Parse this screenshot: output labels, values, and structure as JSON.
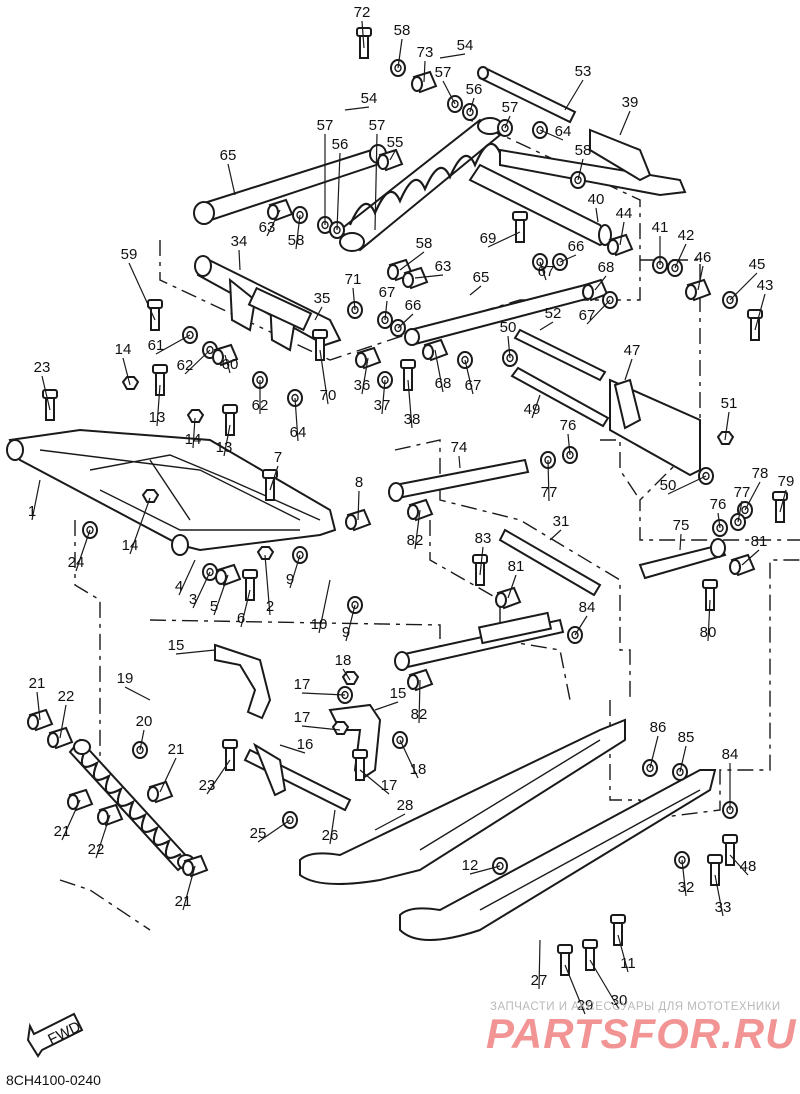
{
  "diagram": {
    "code": "8CH4100-0240",
    "fwd_label": "FWD"
  },
  "watermark": {
    "caption": "ЗАПЧАСТИ И АКСЕССУАРЫ ДЛЯ МОТОТЕХНИКИ",
    "brand": "PARTSFOR.RU",
    "brand_color": "#e83c3c"
  },
  "colors": {
    "line": "#1a1a1a",
    "background": "#ffffff"
  },
  "callouts": [
    {
      "n": "72"
    },
    {
      "n": "58"
    },
    {
      "n": "54"
    },
    {
      "n": "73"
    },
    {
      "n": "57"
    },
    {
      "n": "56"
    },
    {
      "n": "57"
    },
    {
      "n": "53"
    },
    {
      "n": "54"
    },
    {
      "n": "39"
    },
    {
      "n": "57"
    },
    {
      "n": "57"
    },
    {
      "n": "56"
    },
    {
      "n": "55"
    },
    {
      "n": "64"
    },
    {
      "n": "58"
    },
    {
      "n": "65"
    },
    {
      "n": "63"
    },
    {
      "n": "58"
    },
    {
      "n": "40"
    },
    {
      "n": "44"
    },
    {
      "n": "69"
    },
    {
      "n": "66"
    },
    {
      "n": "41"
    },
    {
      "n": "42"
    },
    {
      "n": "34"
    },
    {
      "n": "58"
    },
    {
      "n": "63"
    },
    {
      "n": "65"
    },
    {
      "n": "67"
    },
    {
      "n": "68"
    },
    {
      "n": "46"
    },
    {
      "n": "45"
    },
    {
      "n": "59"
    },
    {
      "n": "71"
    },
    {
      "n": "67"
    },
    {
      "n": "35"
    },
    {
      "n": "66"
    },
    {
      "n": "43"
    },
    {
      "n": "67"
    },
    {
      "n": "52"
    },
    {
      "n": "50"
    },
    {
      "n": "61"
    },
    {
      "n": "62"
    },
    {
      "n": "14"
    },
    {
      "n": "60"
    },
    {
      "n": "36"
    },
    {
      "n": "37"
    },
    {
      "n": "68"
    },
    {
      "n": "67"
    },
    {
      "n": "47"
    },
    {
      "n": "23"
    },
    {
      "n": "62"
    },
    {
      "n": "70"
    },
    {
      "n": "38"
    },
    {
      "n": "13"
    },
    {
      "n": "49"
    },
    {
      "n": "51"
    },
    {
      "n": "64"
    },
    {
      "n": "14"
    },
    {
      "n": "76"
    },
    {
      "n": "13"
    },
    {
      "n": "74"
    },
    {
      "n": "7"
    },
    {
      "n": "1"
    },
    {
      "n": "78"
    },
    {
      "n": "77"
    },
    {
      "n": "50"
    },
    {
      "n": "79"
    },
    {
      "n": "8"
    },
    {
      "n": "76"
    },
    {
      "n": "77"
    },
    {
      "n": "14"
    },
    {
      "n": "31"
    },
    {
      "n": "75"
    },
    {
      "n": "82"
    },
    {
      "n": "24"
    },
    {
      "n": "83"
    },
    {
      "n": "81"
    },
    {
      "n": "2"
    },
    {
      "n": "4"
    },
    {
      "n": "9"
    },
    {
      "n": "81"
    },
    {
      "n": "3"
    },
    {
      "n": "5"
    },
    {
      "n": "6"
    },
    {
      "n": "10"
    },
    {
      "n": "9"
    },
    {
      "n": "84"
    },
    {
      "n": "80"
    },
    {
      "n": "15"
    },
    {
      "n": "18"
    },
    {
      "n": "17"
    },
    {
      "n": "15"
    },
    {
      "n": "19"
    },
    {
      "n": "21"
    },
    {
      "n": "22"
    },
    {
      "n": "82"
    },
    {
      "n": "17"
    },
    {
      "n": "20"
    },
    {
      "n": "16"
    },
    {
      "n": "86"
    },
    {
      "n": "85"
    },
    {
      "n": "21"
    },
    {
      "n": "18"
    },
    {
      "n": "23"
    },
    {
      "n": "17"
    },
    {
      "n": "84"
    },
    {
      "n": "28"
    },
    {
      "n": "21"
    },
    {
      "n": "22"
    },
    {
      "n": "25"
    },
    {
      "n": "26"
    },
    {
      "n": "12"
    },
    {
      "n": "48"
    },
    {
      "n": "32"
    },
    {
      "n": "33"
    },
    {
      "n": "21"
    },
    {
      "n": "11"
    },
    {
      "n": "27"
    },
    {
      "n": "30"
    },
    {
      "n": "29"
    }
  ]
}
